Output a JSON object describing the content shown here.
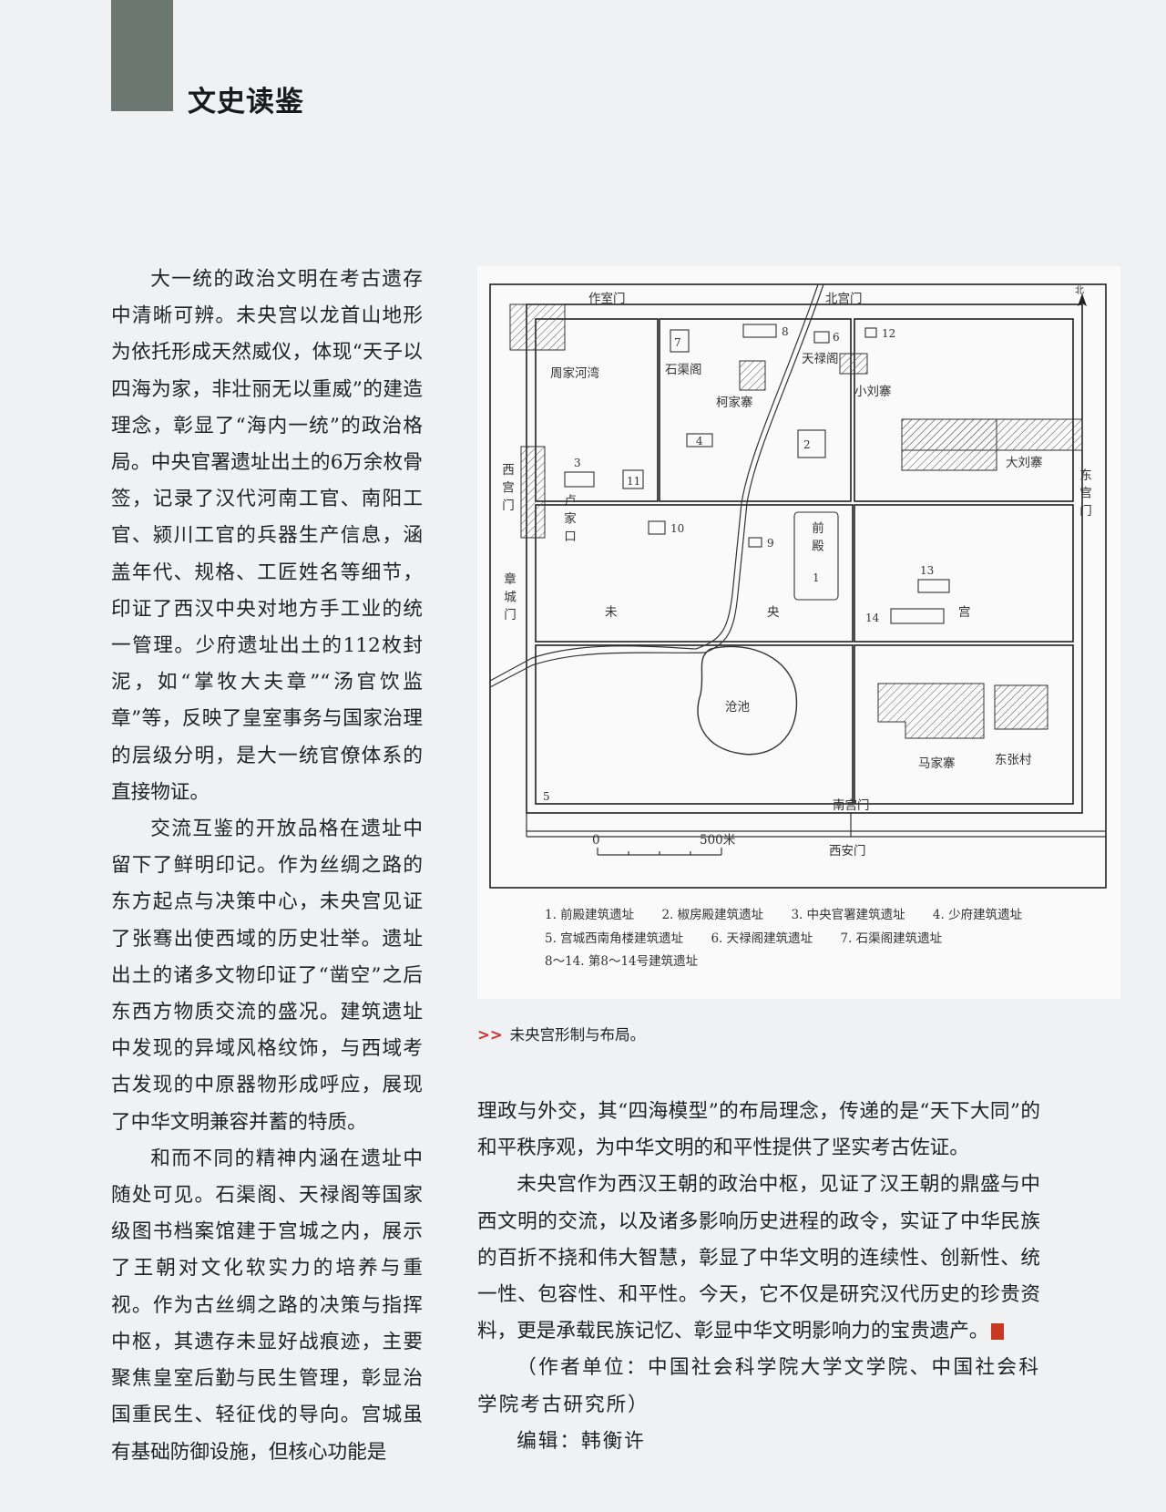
{
  "header": {
    "title": "文史读鉴"
  },
  "article": {
    "left_paragraphs": [
      "大一统的政治文明在考古遗存中清晰可辨。未央宫以龙首山地形为依托形成天然威仪，体现“天子以四海为家，非壮丽无以重威”的建造理念，彰显了“海内一统”的政治格局。中央官署遗址出土的6万余枚骨签，记录了汉代河南工官、南阳工官、颍川工官的兵器生产信息，涵盖年代、规格、工匠姓名等细节，印证了西汉中央对地方手工业的统一管理。少府遗址出土的112枚封泥，如“掌牧大夫章”“汤官饮监章”等，反映了皇室事务与国家治理的层级分明，是大一统官僚体系的直接物证。",
      "交流互鉴的开放品格在遗址中留下了鲜明印记。作为丝绸之路的东方起点与决策中心，未央宫见证了张骞出使西域的历史壮举。遗址出土的诸多文物印证了“凿空”之后东西方物质交流的盛况。建筑遗址中发现的异域风格纹饰，与西域考古发现的中原器物形成呼应，展现了中华文明兼容并蓄的特质。",
      "和而不同的精神内涵在遗址中随处可见。石渠阁、天禄阁等国家级图书档案馆建于宫城之内，展示了王朝对文化软实力的培养与重视。作为古丝绸之路的决策与指挥中枢，其遗存未显好战痕迹，主要聚焦皇室后勤与民生管理，彰显治国重民生、轻征伐的导向。宫城虽有基础防御设施，但核心功能是"
    ],
    "right_continuation": "理政与外交，其“四海模型”的布局理念，传递的是“天下大同”的和平秩序观，为中华文明的和平性提供了坚实考古佐证。",
    "right_paragraph": "未央宫作为西汉王朝的政治中枢，见证了汉王朝的鼎盛与中西文明的交流，以及诸多影响历史进程的政令，实证了中华民族的百折不挠和伟大智慧，彰显了中华文明的连续性、创新性、统一性、包容性、和平性。今天，它不仅是研究汉代历史的珍贵资料，更是承载民族记忆、彰显中华文明影响力的宝贵遗产。",
    "author_note": "（作者单位：中国社会科学院大学文学院、中国社会科学院考古研究所）",
    "editor": "编辑：韩衡许"
  },
  "figure": {
    "caption_marker": ">>",
    "caption": "未央宫形制与布局。",
    "map_labels": {
      "zuoshi_gate": "作室门",
      "north_gate": "北宫门",
      "north": "北",
      "zhoujiahewan": "周家河湾",
      "shiquge": "石渠阁",
      "kejiazhai": "柯家寨",
      "tianluge": "天禄阁",
      "xiaoliuzhai": "小刘寨",
      "daliuzhai": "大刘寨",
      "east_gate": "东宫门",
      "west_gate": "西宫门",
      "zhangcheng_gate": "章城门",
      "lujiakou": "卢家口",
      "qiandian": "前殿",
      "wei": "未",
      "yang": "央",
      "gong": "宫",
      "cangchi": "沧池",
      "majiazhai": "马家寨",
      "dongzhangcun": "东张村",
      "south_gate": "南宫门",
      "xian_gate": "西安门",
      "scale_zero": "0",
      "scale_500": "500米"
    },
    "site_numbers": [
      "1",
      "2",
      "3",
      "4",
      "5",
      "6",
      "7",
      "8",
      "9",
      "10",
      "11",
      "12",
      "13",
      "14"
    ],
    "legend": [
      "1. 前殿建筑遗址",
      "2. 椒房殿建筑遗址",
      "3. 中央官署建筑遗址",
      "4. 少府建筑遗址",
      "5. 宫城西南角楼建筑遗址",
      "6. 天禄阁建筑遗址",
      "7. 石渠阁建筑遗址",
      "8～14. 第8～14号建筑遗址"
    ]
  },
  "colors": {
    "header_block": "#6b7670",
    "caption_arrow": "#d0312d",
    "background": "#eff1f3"
  }
}
